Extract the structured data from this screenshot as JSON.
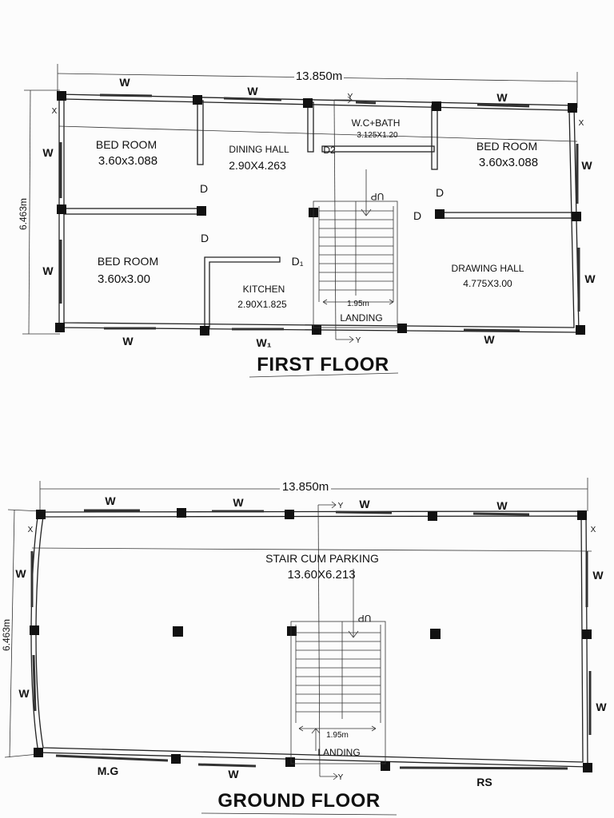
{
  "first_floor": {
    "overall_width": "13.850m",
    "overall_depth": "6.463m",
    "rooms": [
      {
        "name": "BED ROOM",
        "size": "3.60x3.088"
      },
      {
        "name": "DINING HALL",
        "size": "2.90X4.263"
      },
      {
        "name": "W.C+BATH",
        "size": "3.125X1.20"
      },
      {
        "name": "BED ROOM",
        "size": "3.60x3.088"
      },
      {
        "name": "BED ROOM",
        "size": "3.60x3.00"
      },
      {
        "name": "KITCHEN",
        "size": "2.90X1.825"
      },
      {
        "name": "DRAWING HALL",
        "size": "4.775X3.00"
      }
    ],
    "window_label": "W",
    "window_label_w1": "W₁",
    "door_label": "D",
    "door_label_d1": "D₁",
    "door_label_d2": "D2",
    "up_label": "UP",
    "landing_label": "LANDING",
    "landing_width": "1.95m",
    "section_x": "X",
    "section_y": "Y",
    "title": "FIRST FLOOR"
  },
  "ground_floor": {
    "overall_width": "13.850m",
    "overall_depth": "6.463m",
    "room": {
      "name": "STAIR CUM PARKING",
      "size": "13.60X6.213"
    },
    "window_label": "W",
    "up_label": "UP",
    "landing_label": "LANDING",
    "landing_width": "1.95m",
    "main_gate": "M.G",
    "rolling_shutter": "RS",
    "section_x": "X",
    "section_y": "Y",
    "title": "GROUND FLOOR"
  }
}
